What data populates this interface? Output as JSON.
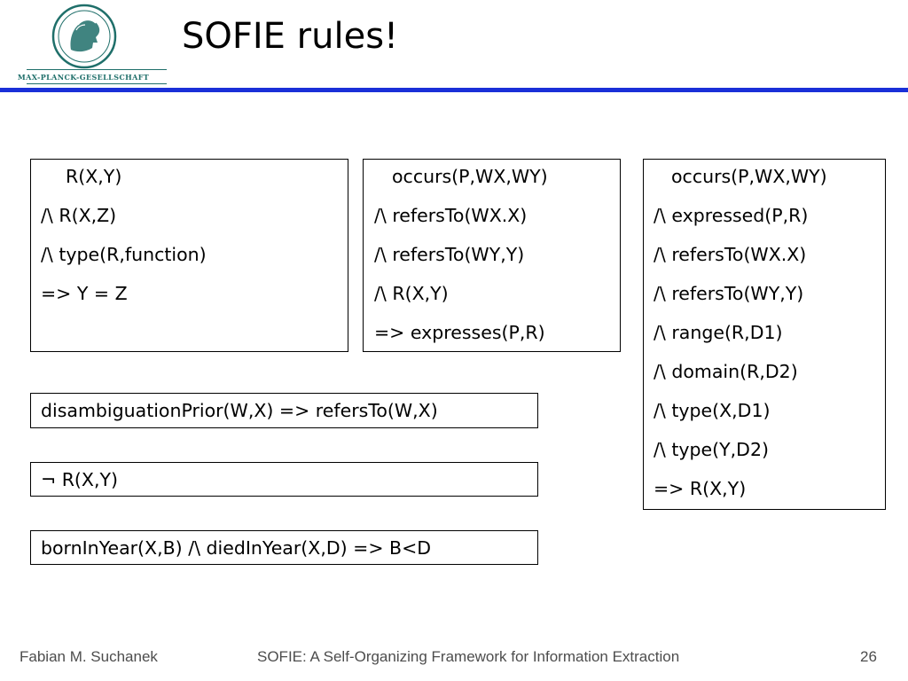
{
  "logo": {
    "text": "MAX-PLANCK-GESELLSCHAFT"
  },
  "slide": {
    "title": "SOFIE rules!"
  },
  "rules": {
    "box1": [
      "R(X,Y)",
      "/\\ R(X,Z)",
      "/\\ type(R,function)",
      "=>  Y = Z"
    ],
    "box2": [
      "occurs(P,WX,WY)",
      "/\\ refersTo(WX.X)",
      "/\\ refersTo(WY,Y)",
      "/\\ R(X,Y)",
      "=> expresses(P,R)"
    ],
    "box3": [
      "occurs(P,WX,WY)",
      "/\\ expressed(P,R)",
      "/\\ refersTo(WX.X)",
      "/\\ refersTo(WY,Y)",
      "/\\ range(R,D1)",
      "/\\ domain(R,D2)",
      "/\\ type(X,D1)",
      "/\\ type(Y,D2)",
      "=> R(X,Y)"
    ],
    "single1": "disambiguationPrior(W,X) => refersTo(W,X)",
    "single2": "¬ R(X,Y)",
    "single3": "bornInYear(X,B) /\\ diedInYear(X,D) => B<D"
  },
  "footer": {
    "author": "Fabian M. Suchanek",
    "paper": "SOFIE: A Self-Organizing Framework for Information Extraction",
    "page": "26"
  }
}
